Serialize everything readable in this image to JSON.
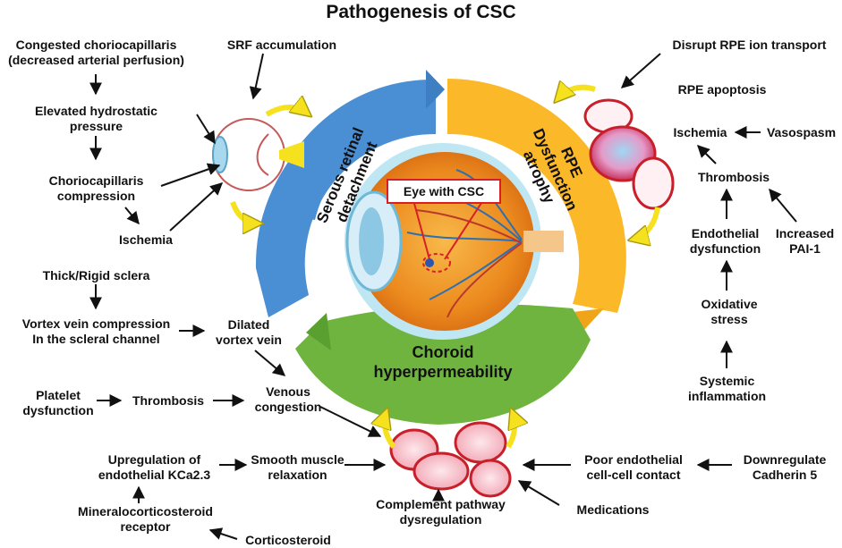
{
  "title": "Pathogenesis of CSC",
  "center_label": "Eye with CSC",
  "segments": {
    "serous": "Serous retinal\ndetachment",
    "rpe": "RPE\nDysfunction\natrophy",
    "choroid": "Choroid\nhyperpermeability"
  },
  "left": {
    "congested": "Congested choriocapillaris\n(decreased arterial perfusion)",
    "hydrostatic": "Elevated hydrostatic\npressure",
    "compression": "Choriocapillaris\ncompression",
    "ischemia": "Ischemia",
    "srf": "SRF accumulation",
    "sclera": "Thick/Rigid sclera",
    "vortex_comp": "Vortex vein compression\nIn the scleral channel",
    "dilated": "Dilated\nvortex vein",
    "platelet": "Platelet\ndysfunction",
    "thrombosis": "Thrombosis",
    "venous": "Venous\ncongestion",
    "kca": "Upregulation of\nendothelial KCa2.3",
    "smooth": "Smooth muscle\nrelaxation",
    "mineralo": "Mineralocorticosteroid\nreceptor",
    "cortico": "Corticosteroid",
    "complement": "Complement pathway\ndysregulation"
  },
  "right": {
    "ion": "Disrupt RPE ion transport",
    "apoptosis": "RPE apoptosis",
    "ischemia": "Ischemia",
    "vasospasm": "Vasospasm",
    "thrombosis": "Thrombosis",
    "endothelial": "Endothelial\ndysfunction",
    "pai": "Increased\nPAI-1",
    "oxidative": "Oxidative\nstress",
    "systemic": "Systemic\ninflammation",
    "poor_contact": "Poor endothelial\ncell-cell contact",
    "cadherin": "Downregulate\nCadherin 5",
    "medications": "Medications"
  },
  "colors": {
    "serous": "#4a8fd4",
    "rpe": "#fbb829",
    "choroid": "#6fb43f",
    "cell": "#c8202a",
    "box_border": "#d91f26",
    "arrow_yellow": "#f5e11e"
  }
}
